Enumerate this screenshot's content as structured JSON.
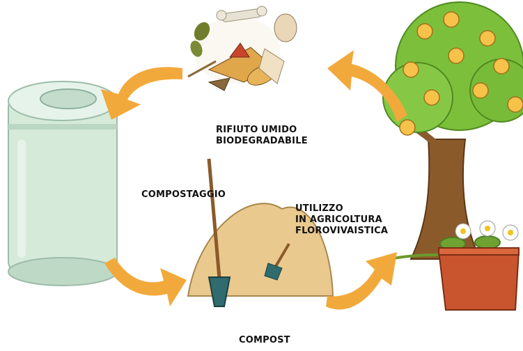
{
  "labels": {
    "waste": [
      "RIFIUTO UMIDO",
      "BIODEGRADABILE"
    ],
    "composting": "COMPOSTAGGIO",
    "use": [
      "UTILIZZO",
      "IN AGRICOLTURA",
      "FLOROVIVAISTICA"
    ],
    "compost": "COMPOST"
  },
  "colors": {
    "arrow": "#f2a93b",
    "bin": "#cfe6d9",
    "foliage": "#7cbf3a",
    "trunk": "#8b5a2b",
    "rose": "#f6c24a",
    "compost_pile": "#e9c98e",
    "planter": "#c8552e"
  },
  "icons": [
    "food-waste-icon",
    "compost-bin-icon",
    "tree-icon",
    "compost-pile-icon",
    "planter-icon",
    "cycle-arrow-icon"
  ]
}
